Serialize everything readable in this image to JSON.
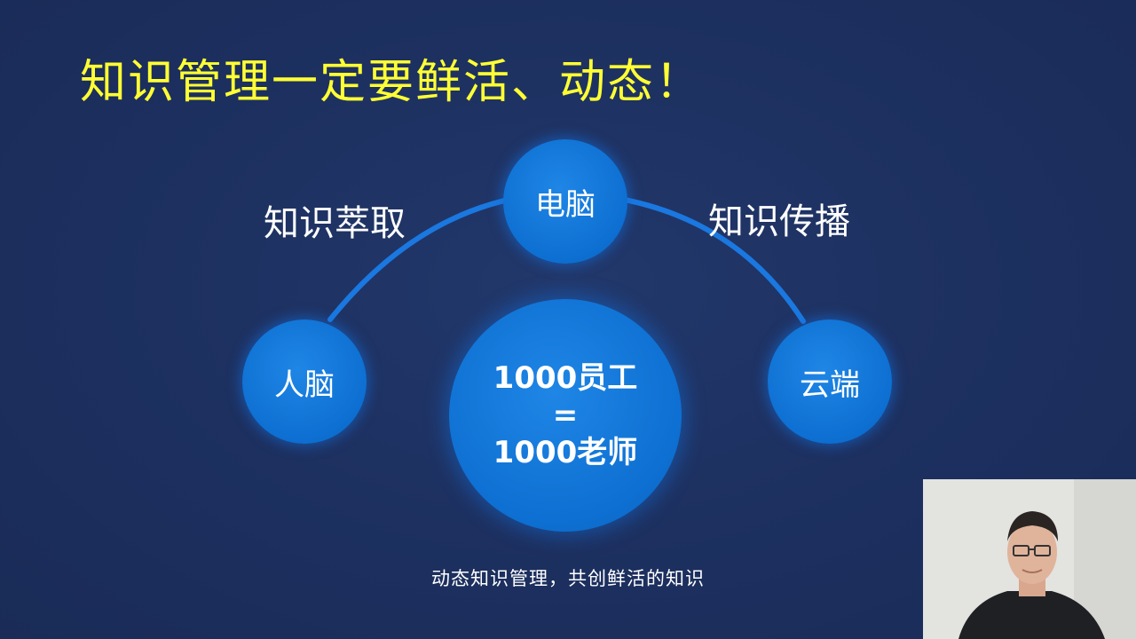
{
  "slide": {
    "title": "知识管理一定要鲜活、动态！",
    "labels": {
      "left": "知识萃取",
      "right": "知识传播"
    },
    "nodes": {
      "top": "电脑",
      "left": "人脑",
      "right": "云端"
    },
    "center": {
      "line1": "1000员工",
      "line2": "=",
      "line3": "1000老师"
    }
  },
  "caption": "动态知识管理，共创鲜活的知识",
  "colors": {
    "background": "#1e3262",
    "title": "#ffff33",
    "node": "#0d6fd1",
    "arc": "#1a78e0",
    "text": "#ffffff"
  },
  "webcam": {
    "icon": "presenter-video"
  }
}
